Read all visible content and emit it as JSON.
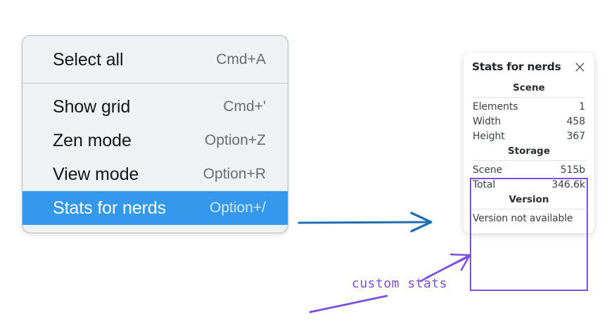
{
  "context_menu": {
    "groups": [
      {
        "items": [
          {
            "label": "Select all",
            "shortcut": "Cmd+A",
            "selected": false
          }
        ]
      },
      {
        "items": [
          {
            "label": "Show grid",
            "shortcut": "Cmd+'",
            "selected": false
          },
          {
            "label": "Zen mode",
            "shortcut": "Option+Z",
            "selected": false
          },
          {
            "label": "View mode",
            "shortcut": "Option+R",
            "selected": false
          },
          {
            "label": "Stats for nerds",
            "shortcut": "Option+/",
            "selected": true
          }
        ]
      }
    ]
  },
  "stats_panel": {
    "title": "Stats for nerds",
    "close_icon": "close-icon",
    "sections": [
      {
        "header": "Scene",
        "rows": [
          {
            "label": "Elements",
            "value": "1"
          },
          {
            "label": "Width",
            "value": "458"
          },
          {
            "label": "Height",
            "value": "367"
          }
        ]
      },
      {
        "header": "Storage",
        "rows": [
          {
            "label": "Scene",
            "value": "515b"
          },
          {
            "label": "Total",
            "value": "346.6k"
          }
        ]
      },
      {
        "header": "Version",
        "note": "Version not available"
      }
    ]
  },
  "annotations": {
    "custom_stats_label": "custom stats",
    "blue_arrow": "arrow-right-icon",
    "purple_arrow": "arrow-up-right-icon",
    "highlight_box": "custom-stats-highlight"
  },
  "colors": {
    "menu_background": "#f0f1f3",
    "menu_selection": "#3498ec",
    "annotation_purple": "#7b4fe0",
    "annotation_blue": "#1f6cb0",
    "page_background": "#ffffff"
  }
}
